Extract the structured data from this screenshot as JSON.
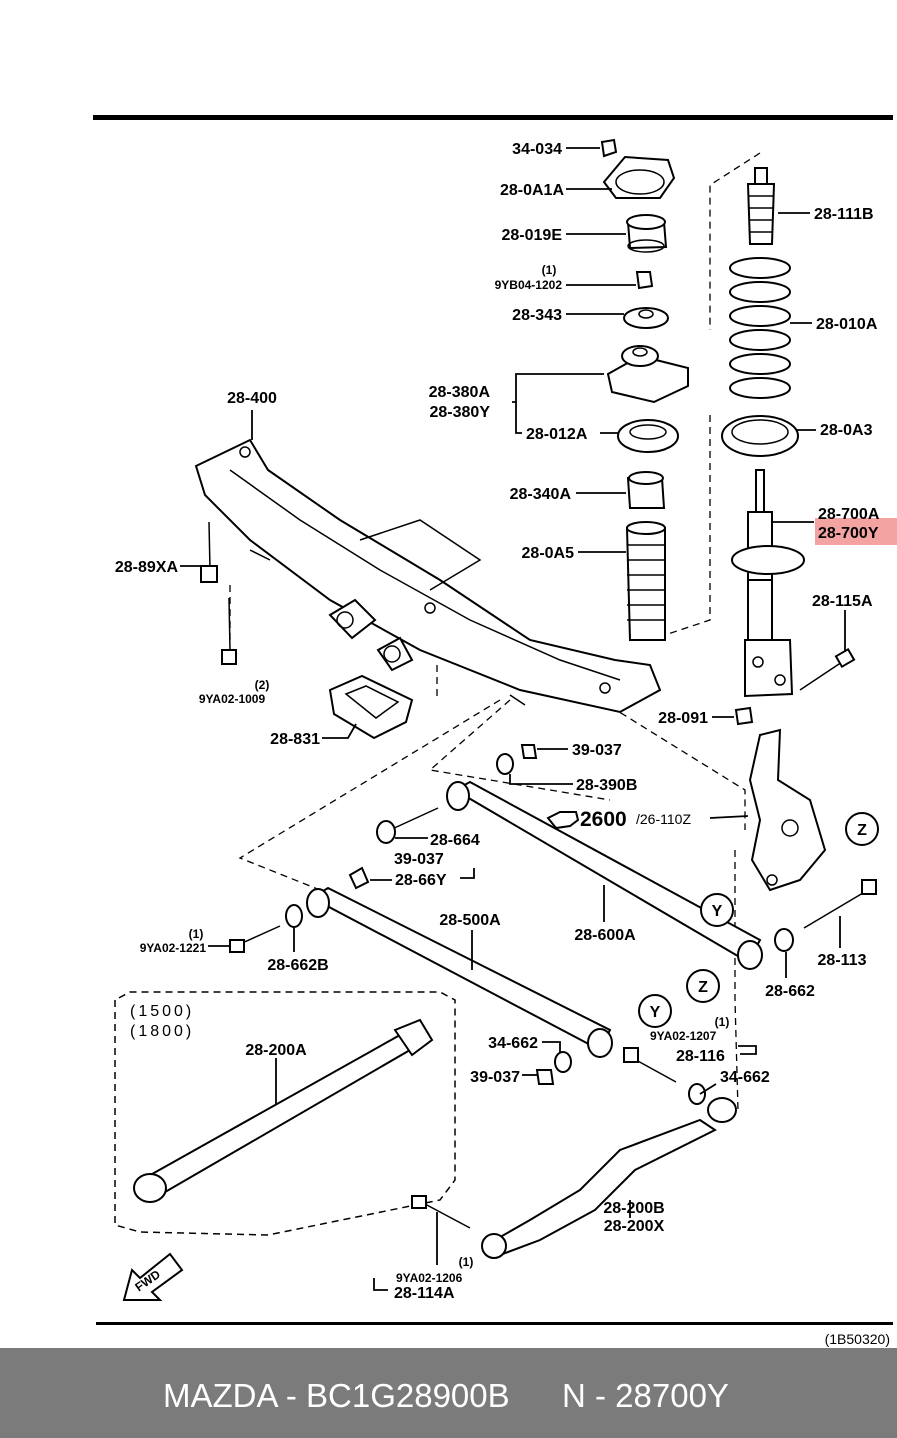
{
  "diagram": {
    "catalog_ref": "(1B50320)",
    "highlight_color": "#f4a3a3",
    "part_labels": {
      "p34_034": "34-034",
      "p28_0a1a": "28-0A1A",
      "p28_019e": "28-019E",
      "p9yb04_qty": "(1)",
      "p9yb04": "9YB04-1202",
      "p28_343": "28-343",
      "p28_380a": "28-380A",
      "p28_380y": "28-380Y",
      "p28_012a": "28-012A",
      "p28_340a": "28-340A",
      "p28_0a5": "28-0A5",
      "p28_400": "28-400",
      "p28_89xa": "28-89XA",
      "p9ya02_1009_qty": "(2)",
      "p9ya02_1009": "9YA02-1009",
      "p28_831": "28-831",
      "p28_111b": "28-111B",
      "p28_010a": "28-010A",
      "p28_0a3": "28-0A3",
      "p28_700a": "28-700A",
      "p28_700y": "28-700Y",
      "p28_115a": "28-115A",
      "p28_091": "28-091",
      "p39_037_top": "39-037",
      "p28_390b": "28-390B",
      "p2600": "2600",
      "p26_110z": "/26-110Z",
      "p28_664": "28-664",
      "p39_037_mid": "39-037",
      "p28_66y": "28-66Y",
      "p9ya02_1221_qty": "(1)",
      "p9ya02_1221": "9YA02-1221",
      "p28_662b": "28-662B",
      "p28_500a": "28-500A",
      "p28_600a": "28-600A",
      "p28_113": "28-113",
      "p28_662": "28-662",
      "p34_662_left": "34-662",
      "p39_037_low": "39-037",
      "p9ya02_1207_qty": "(1)",
      "p9ya02_1207": "9YA02-1207",
      "p28_116": "28-116",
      "p34_662_right": "34-662",
      "variant_1500": "(1500)",
      "variant_1800": "(1800)",
      "p28_200a": "28-200A",
      "p28_200b": "28-200B",
      "p28_200x": "28-200X",
      "p9ya02_1206_qty": "(1)",
      "p9ya02_1206": "9YA02-1206",
      "p28_114a": "28-114A",
      "fwd": "FWD",
      "marker_z": "Z",
      "marker_y": "Y"
    }
  },
  "footer": {
    "brand_part": "MAZDA - BC1G28900B",
    "part_number": "N - 28700Y"
  }
}
